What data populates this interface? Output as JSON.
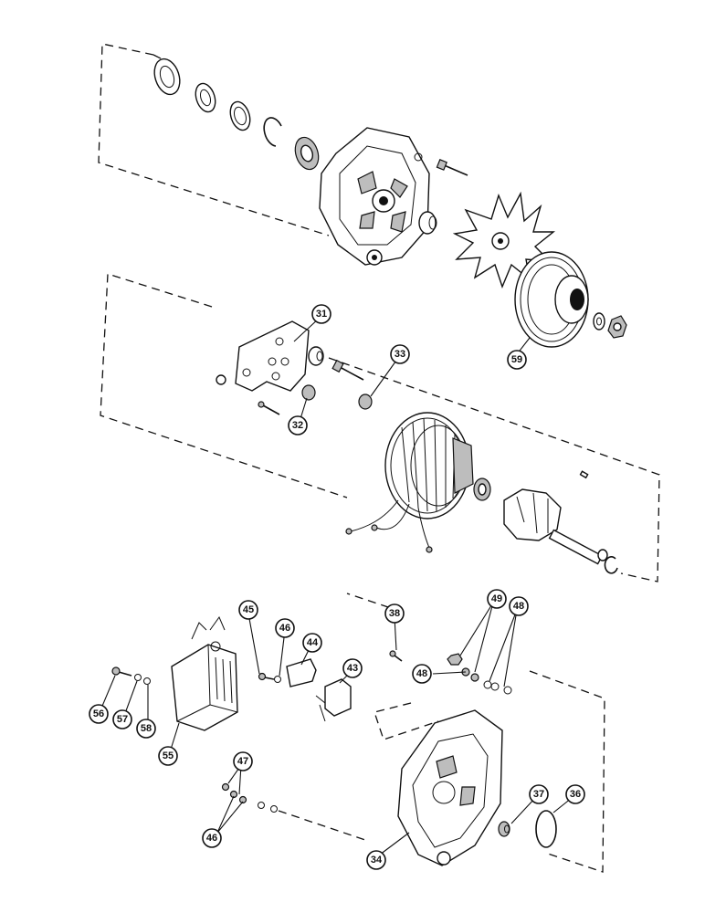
{
  "callouts": {
    "c31": "31",
    "c32": "32",
    "c33": "33",
    "c59": "59",
    "c38": "38",
    "c49": "49",
    "c48a": "48",
    "c48b": "48",
    "c45": "45",
    "c46a": "46",
    "c44": "44",
    "c43": "43",
    "c56": "56",
    "c57": "57",
    "c58": "58",
    "c55": "55",
    "c47": "47",
    "c46b": "46",
    "c34": "34",
    "c37": "37",
    "c36": "36"
  }
}
